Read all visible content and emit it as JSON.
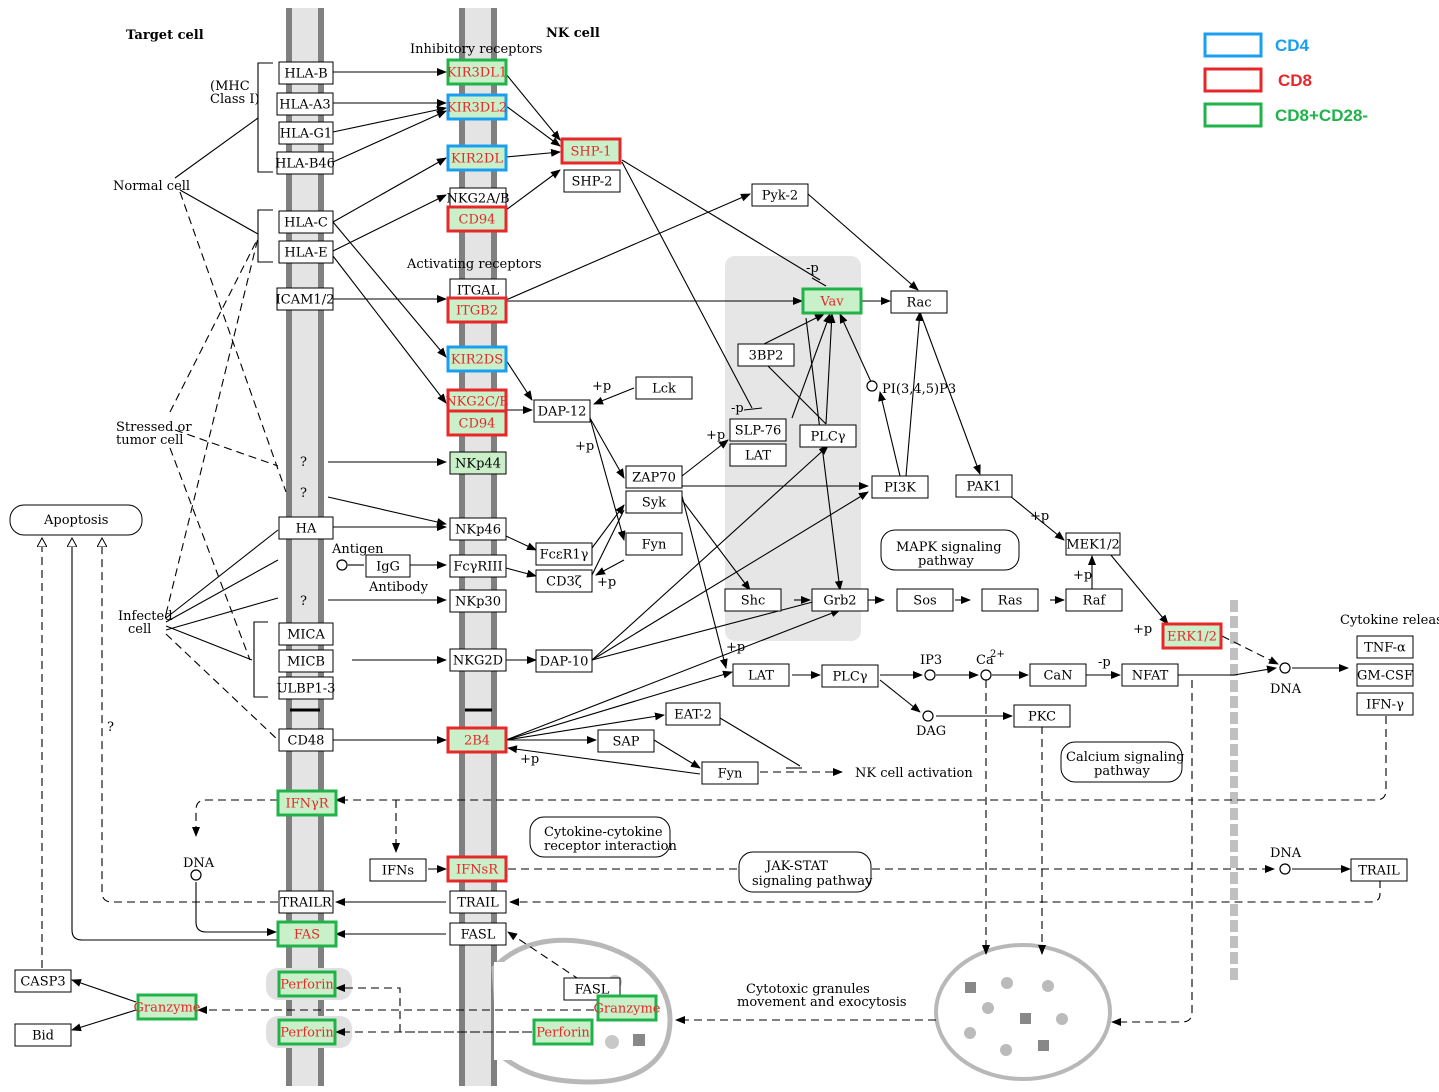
{
  "headers": {
    "target_cell": "Target cell",
    "nk_cell": "NK cell",
    "inhibitory_receptors": "Inhibitory receptors",
    "activating_receptors": "Activating receptors"
  },
  "legend": [
    {
      "label": "CD4",
      "color": "#1a9ff0"
    },
    {
      "label": "CD8",
      "color": "#e8272a"
    },
    {
      "label": "CD8+CD28-",
      "color": "#1fb34a"
    }
  ],
  "cell_labels": {
    "normal_cell": "Normal cell",
    "stressed1": "Stressed or",
    "stressed2": "tumor cell",
    "infected1": "Infected",
    "infected2": "cell",
    "mhc1": "(MHC",
    "mhc2": "Class I)",
    "apoptosis": "Apoptosis"
  },
  "nodes": [
    {
      "id": "hla-b",
      "label": "HLA-B",
      "mark": "none"
    },
    {
      "id": "hla-a3",
      "label": "HLA-A3",
      "mark": "none"
    },
    {
      "id": "hla-g1",
      "label": "HLA-G1",
      "mark": "none"
    },
    {
      "id": "hla-b46",
      "label": "HLA-B46",
      "mark": "none"
    },
    {
      "id": "hla-c",
      "label": "HLA-C",
      "mark": "none"
    },
    {
      "id": "hla-e",
      "label": "HLA-E",
      "mark": "none"
    },
    {
      "id": "icam",
      "label": "ICAM1/2",
      "mark": "none"
    },
    {
      "id": "ha",
      "label": "HA",
      "mark": "none"
    },
    {
      "id": "mica",
      "label": "MICA",
      "mark": "none"
    },
    {
      "id": "micb",
      "label": "MICB",
      "mark": "none"
    },
    {
      "id": "ulbp",
      "label": "ULBP1-3",
      "mark": "none"
    },
    {
      "id": "cd48",
      "label": "CD48",
      "mark": "none"
    },
    {
      "id": "ifngr",
      "label": "IFNγR",
      "mark": "green"
    },
    {
      "id": "trailr",
      "label": "TRAILR",
      "mark": "none"
    },
    {
      "id": "fas",
      "label": "FAS",
      "mark": "green"
    },
    {
      "id": "perforin-t1",
      "label": "Perforin",
      "mark": "green"
    },
    {
      "id": "perforin-t2",
      "label": "Perforin",
      "mark": "green"
    },
    {
      "id": "granzyme-t",
      "label": "Granzyme",
      "mark": "green"
    },
    {
      "id": "casp3",
      "label": "CASP3",
      "mark": "none"
    },
    {
      "id": "bid",
      "label": "Bid",
      "mark": "none"
    },
    {
      "id": "kir3dl1",
      "label": "KIR3DL1",
      "mark": "green"
    },
    {
      "id": "kir3dl2",
      "label": "KIR3DL2",
      "mark": "blue"
    },
    {
      "id": "kir2dl",
      "label": "KIR2DL",
      "mark": "blue"
    },
    {
      "id": "nkg2ab",
      "label": "NKG2A/B",
      "mark": "none"
    },
    {
      "id": "cd94a",
      "label": "CD94",
      "mark": "red"
    },
    {
      "id": "itgal",
      "label": "ITGAL",
      "mark": "none"
    },
    {
      "id": "itgb2",
      "label": "ITGB2",
      "mark": "red"
    },
    {
      "id": "kir2ds",
      "label": "KIR2DS",
      "mark": "blue"
    },
    {
      "id": "nkg2ce",
      "label": "NKG2C/E",
      "mark": "red"
    },
    {
      "id": "cd94b",
      "label": "CD94",
      "mark": "red"
    },
    {
      "id": "nkp44",
      "label": "NKp44",
      "mark": "plain-green"
    },
    {
      "id": "nkp46",
      "label": "NKp46",
      "mark": "none"
    },
    {
      "id": "fcgr3",
      "label": "FcγRIII",
      "mark": "none"
    },
    {
      "id": "nkp30",
      "label": "NKp30",
      "mark": "none"
    },
    {
      "id": "nkg2d",
      "label": "NKG2D",
      "mark": "none"
    },
    {
      "id": "2b4",
      "label": "2B4",
      "mark": "red"
    },
    {
      "id": "ifnsr",
      "label": "IFNsR",
      "mark": "red"
    },
    {
      "id": "trail-nk",
      "label": "TRAIL",
      "mark": "none"
    },
    {
      "id": "fasl-nk",
      "label": "FASL",
      "mark": "none"
    },
    {
      "id": "shp1",
      "label": "SHP-1",
      "mark": "red"
    },
    {
      "id": "shp2",
      "label": "SHP-2",
      "mark": "none"
    },
    {
      "id": "dap12",
      "label": "DAP-12",
      "mark": "none"
    },
    {
      "id": "lck",
      "label": "Lck",
      "mark": "none"
    },
    {
      "id": "fcer1g",
      "label": "FcεR1γ",
      "mark": "none"
    },
    {
      "id": "cd3z",
      "label": "CD3ζ",
      "mark": "none"
    },
    {
      "id": "fyn1",
      "label": "Fyn",
      "mark": "none"
    },
    {
      "id": "zap70",
      "label": "ZAP70",
      "mark": "none"
    },
    {
      "id": "syk",
      "label": "Syk",
      "mark": "none"
    },
    {
      "id": "dap10",
      "label": "DAP-10",
      "mark": "none"
    },
    {
      "id": "pyk2",
      "label": "Pyk-2",
      "mark": "none"
    },
    {
      "id": "vav",
      "label": "Vav",
      "mark": "green"
    },
    {
      "id": "rac",
      "label": "Rac",
      "mark": "none"
    },
    {
      "id": "3bp2",
      "label": "3BP2",
      "mark": "none"
    },
    {
      "id": "slp76",
      "label": "SLP-76",
      "mark": "none"
    },
    {
      "id": "lat1",
      "label": "LAT",
      "mark": "none"
    },
    {
      "id": "plcg1",
      "label": "PLCγ",
      "mark": "none"
    },
    {
      "id": "pi3k",
      "label": "PI3K",
      "mark": "none"
    },
    {
      "id": "pak1",
      "label": "PAK1",
      "mark": "none"
    },
    {
      "id": "mek",
      "label": "MEK1/2",
      "mark": "none"
    },
    {
      "id": "shc",
      "label": "Shc",
      "mark": "none"
    },
    {
      "id": "grb2",
      "label": "Grb2",
      "mark": "none"
    },
    {
      "id": "sos",
      "label": "Sos",
      "mark": "none"
    },
    {
      "id": "ras",
      "label": "Ras",
      "mark": "none"
    },
    {
      "id": "raf",
      "label": "Raf",
      "mark": "none"
    },
    {
      "id": "erk",
      "label": "ERK1/2",
      "mark": "red"
    },
    {
      "id": "lat2",
      "label": "LAT",
      "mark": "none"
    },
    {
      "id": "plcg2",
      "label": "PLCγ",
      "mark": "none"
    },
    {
      "id": "can",
      "label": "CaN",
      "mark": "none"
    },
    {
      "id": "nfat",
      "label": "NFAT",
      "mark": "none"
    },
    {
      "id": "pkc",
      "label": "PKC",
      "mark": "none"
    },
    {
      "id": "eat2",
      "label": "EAT-2",
      "mark": "none"
    },
    {
      "id": "sap",
      "label": "SAP",
      "mark": "none"
    },
    {
      "id": "fyn2",
      "label": "Fyn",
      "mark": "none"
    },
    {
      "id": "tnfa",
      "label": "TNF-α",
      "mark": "none"
    },
    {
      "id": "gmcsf",
      "label": "GM-CSF",
      "mark": "none"
    },
    {
      "id": "ifng",
      "label": "IFN-γ",
      "mark": "none"
    },
    {
      "id": "ifns",
      "label": "IFNs",
      "mark": "none"
    },
    {
      "id": "trail-r",
      "label": "TRAIL",
      "mark": "none"
    },
    {
      "id": "fasl-g",
      "label": "FASL",
      "mark": "none"
    },
    {
      "id": "granzyme-g",
      "label": "Granzyme",
      "mark": "green"
    },
    {
      "id": "perforin-g",
      "label": "Perforin",
      "mark": "green"
    }
  ],
  "pathways": {
    "mapk1": "MAPK signaling",
    "mapk2": "pathway",
    "calcium1": "Calcium signaling",
    "calcium2": "pathway",
    "cytokine_rec1": "Cytokine-cytokine",
    "cytokine_rec2": "receptor interaction",
    "jakstat1": "JAK-STAT",
    "jakstat2": "signaling pathway"
  },
  "text_labels": {
    "antigen": "Antigen",
    "igg": "IgG",
    "antibody": "Antibody",
    "pi345p3": "PI(3,4,5)P3",
    "ip3": "IP3",
    "ca2": "Ca",
    "ca2sup": "2+",
    "dag": "DAG",
    "dna1": "DNA",
    "dna2": "DNA",
    "dna3": "DNA",
    "cytokine_release": "Cytokine release",
    "nk_activation": "NK cell activation",
    "cytotoxic1": "Cytotoxic granules",
    "cytotoxic2": "movement and exocytosis",
    "q": "?",
    "plus_p": "+p",
    "minus_p": "-p"
  }
}
